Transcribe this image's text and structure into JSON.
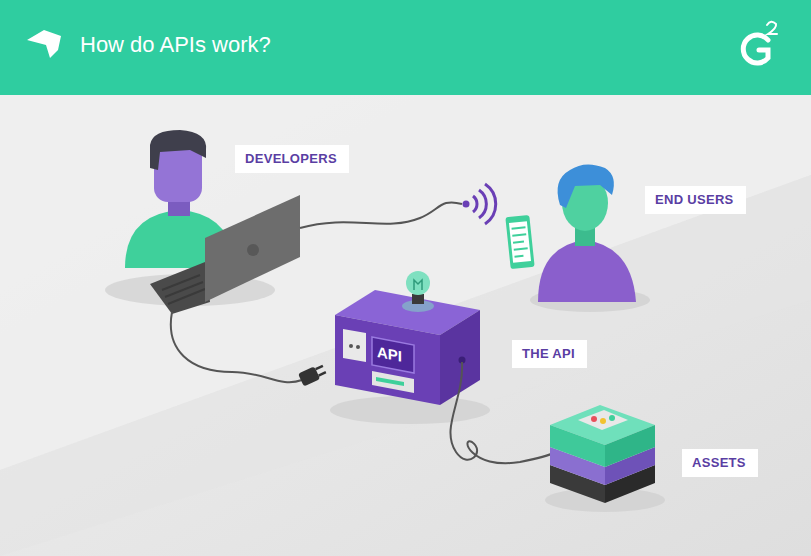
{
  "diagram": {
    "title": "How do APIs work?",
    "nodes": [
      {
        "text": [
          "DEVELOPERS"
        ]
      },
      {
        "text": [
          "END USERS"
        ]
      },
      {
        "text": [
          "THE API"
        ]
      },
      {
        "text": [
          "ASSETS"
        ]
      }
    ],
    "labels": [
      "API"
    ]
  }
}
